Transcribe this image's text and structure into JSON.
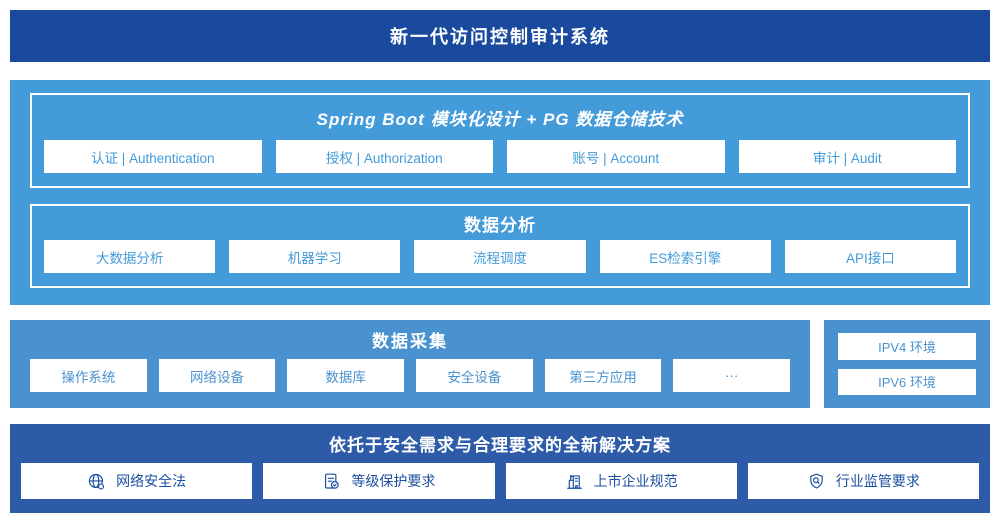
{
  "colors": {
    "banner_bg": "#1a4a9e",
    "platform_bg": "#449bda",
    "collect_bg": "#4a92cf",
    "solution_bg": "#2d5ba8",
    "box_bg": "#ffffff",
    "platform_box_text": "#429bd9",
    "collect_box_text": "#4a92cf",
    "solution_box_text": "#1d4fa0"
  },
  "banner": {
    "title": "新一代访问控制审计系统"
  },
  "platform": {
    "spring": {
      "title": "Spring Boot 模块化设计 + PG 数据仓储技术",
      "boxes": [
        "认证 | Authentication",
        "授权 | Authorization",
        "账号 | Account",
        "审计 | Audit"
      ]
    },
    "analysis": {
      "title": "数据分析",
      "boxes": [
        "大数据分析",
        "机器学习",
        "流程调度",
        "ES检索引擎",
        "API接口"
      ]
    }
  },
  "collection": {
    "title": "数据采集",
    "boxes": [
      "操作系统",
      "网络设备",
      "数据库",
      "安全设备",
      "第三方应用",
      "···"
    ]
  },
  "environments": {
    "boxes": [
      "IPV4 环境",
      "IPV6 环境"
    ]
  },
  "solution": {
    "title": "依托于安全需求与合理要求的全新解决方案",
    "items": [
      {
        "icon": "globe-network-icon",
        "label": "网络安全法"
      },
      {
        "icon": "document-check-icon",
        "label": "等级保护要求"
      },
      {
        "icon": "buildings-icon",
        "label": "上市企业规范"
      },
      {
        "icon": "shield-search-icon",
        "label": "行业监管要求"
      }
    ]
  }
}
